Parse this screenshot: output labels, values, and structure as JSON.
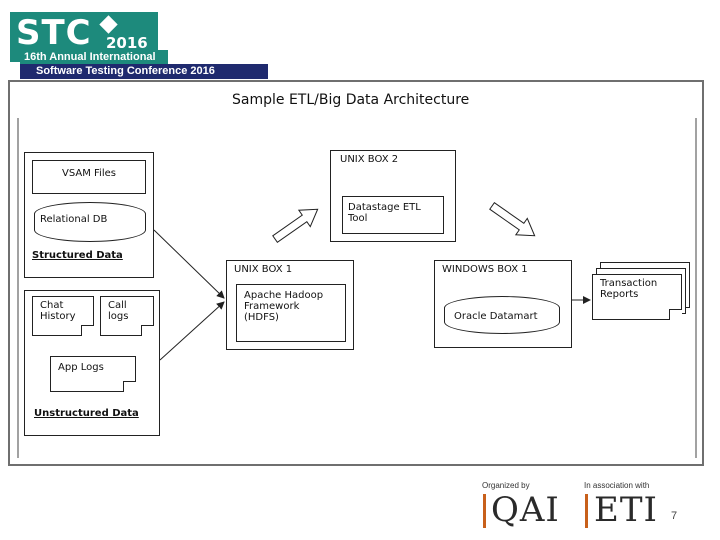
{
  "header": {
    "logo_text": "STC",
    "logo_year": "2016",
    "edition": "16th Annual International",
    "conference": "Software Testing Conference 2016"
  },
  "diagram": {
    "title": "Sample ETL/Big Data Architecture",
    "structured": {
      "vsam": "VSAM Files",
      "relational": "Relational DB",
      "caption": "Structured Data"
    },
    "unstructured": {
      "chat": "Chat\nHistory",
      "call": "Call\nlogs",
      "app": "App Logs",
      "caption": "Unstructured Data"
    },
    "unix2": {
      "title": "UNIX BOX 2",
      "tool": "Datastage ETL\nTool"
    },
    "unix1": {
      "title": "UNIX BOX 1",
      "hadoop": "Apache Hadoop\nFramework\n(HDFS)"
    },
    "windows": {
      "title": "WINDOWS BOX 1",
      "datamart": "Oracle Datamart"
    },
    "reports": "Transaction\nReports"
  },
  "footer": {
    "organized_by": "Organized by",
    "association": "In association with",
    "qai": "QAI",
    "eti": "ETI",
    "page": "7"
  }
}
